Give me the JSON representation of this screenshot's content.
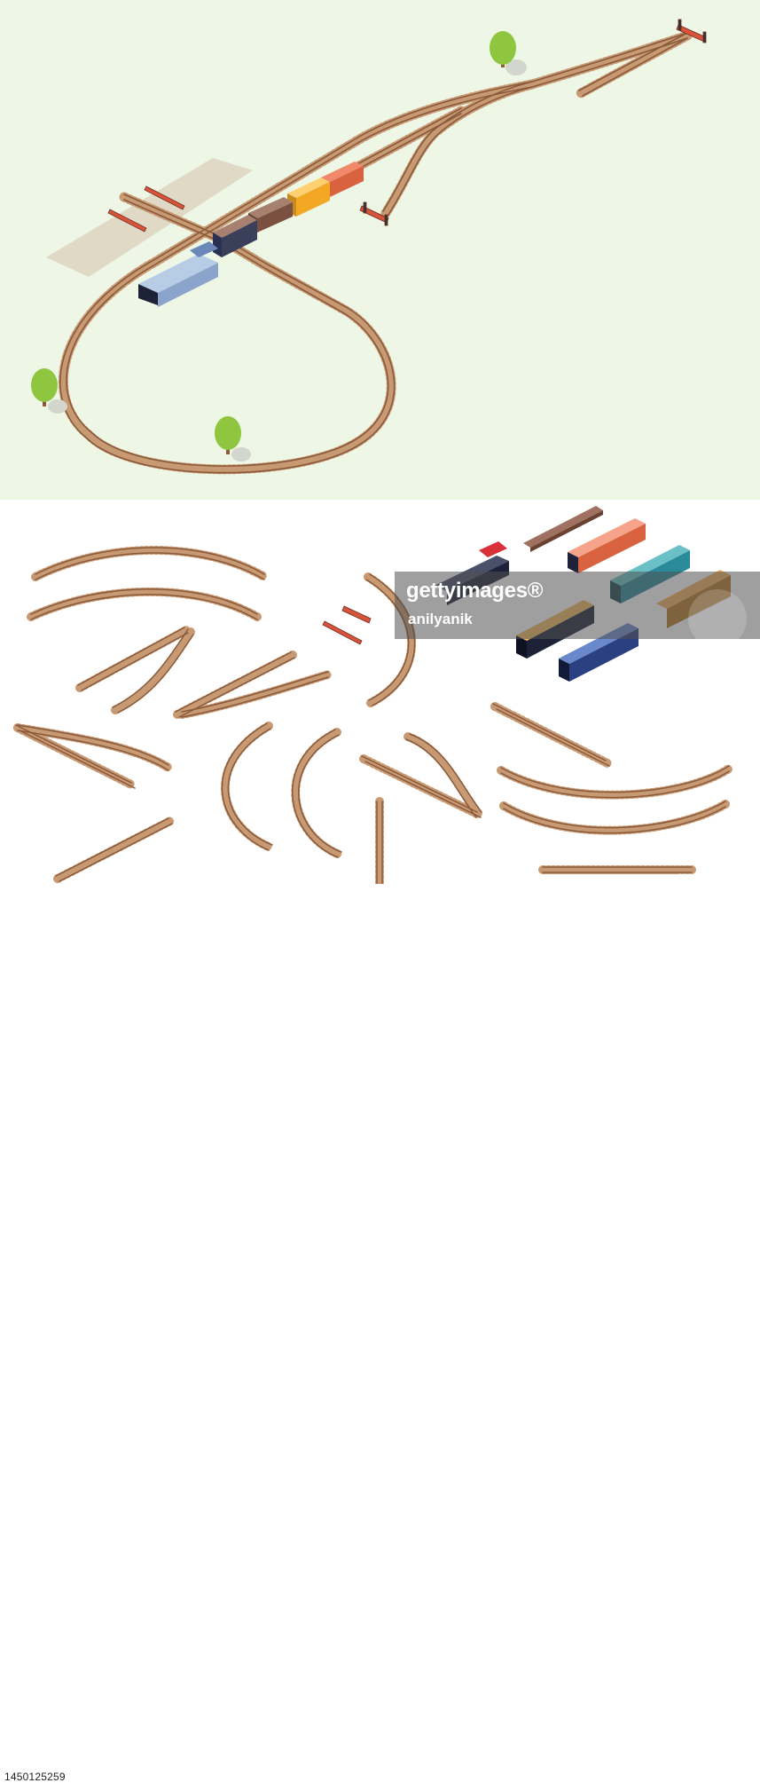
{
  "colors": {
    "sky": "#eef6e6",
    "kit_background": "#ffffff",
    "rail": "#8a5a3a",
    "sleeper": "#c89a74",
    "tree": "#8ec63f",
    "barrier": "#d9523a"
  },
  "scene": {
    "trees": [
      "tree",
      "tree",
      "tree"
    ],
    "train": [
      "loco-blue",
      "hopper-brown",
      "boxcar-orange",
      "boxcar-red"
    ]
  },
  "kit": {
    "icons": [
      "rail-curve",
      "rail-switch",
      "rail-straight",
      "buffer-stop",
      "locomotive",
      "freight-car"
    ]
  },
  "watermark": {
    "brand": "gettyimages®",
    "author": "anilyanik"
  },
  "footer": {
    "image_id": "1450125259"
  }
}
